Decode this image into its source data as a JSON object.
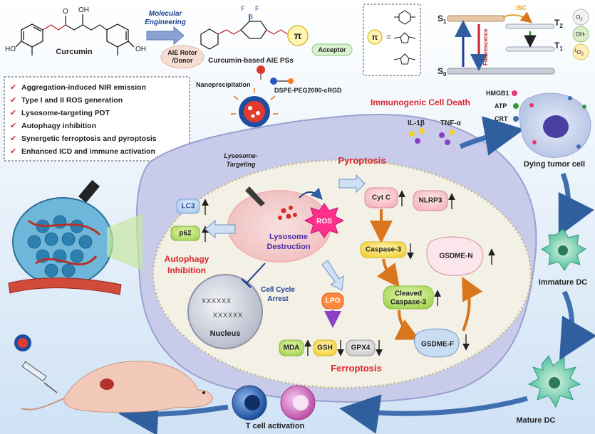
{
  "top": {
    "curcumin_oh": "OH",
    "curcumin_o": "O",
    "curcumin_ho_left": "HO",
    "curcumin_ho_right": "OH",
    "curcumin_label": "Curcumin",
    "engineering_line1": "Molecular",
    "engineering_line2": "Engineering",
    "boron_f1": "F",
    "boron_f2": "F",
    "boron_b": "B",
    "pi_symbol": "π",
    "aie_rotor_line1": "AIE Rotor",
    "aie_rotor_line2": "/Donor",
    "acceptor": "Acceptor",
    "aie_ps_label": "Curcumin-based AIE PSs"
  },
  "pi_box": {
    "symbol": "π",
    "equals": "="
  },
  "jablonski": {
    "s1": "S",
    "s1_sub": "1",
    "s0": "S",
    "s0_sub": "0",
    "t2": "T",
    "t2_sub": "2",
    "t1": "T",
    "t1_sub": "1",
    "isc": "ISC",
    "fluorescence": "Fluorescence",
    "o2": "O",
    "o2_sub": "2",
    "oh_radical": "OH·",
    "singlet_o2_pre": "1",
    "singlet_o2": "O",
    "singlet_o2_sub": "2"
  },
  "features": [
    "Aggregation-induced NIR emission",
    "Type I and II ROS generation",
    "Lysosome-targeting PDT",
    "Autophagy inhibition",
    "Synergetic ferroptosis and pyroptosis",
    "Enhanced ICD and immune activation"
  ],
  "nano": {
    "nanoprecipitation": "Nanoprecipitation",
    "dspe": "DSPE-PEG2000-cRGD",
    "lysosome_targeting_line1": "Lysosome-",
    "lysosome_targeting_line2": "Targeting"
  },
  "cell": {
    "pyroptosis": "Pyroptosis",
    "ros": "ROS",
    "lysosome_destruction_line1": "Lysosome",
    "lysosome_destruction_line2": "Destruction",
    "lc3": "LC3",
    "p62": "p62",
    "autophagy_line1": "Autophagy",
    "autophagy_line2": "Inhibition",
    "cyt_c": "Cyt C",
    "nlrp3": "NLRP3",
    "caspase3": "Caspase-3",
    "gsdme_n": "GSDME-N",
    "cleaved_line1": "Cleaved",
    "cleaved_line2": "Caspase-3",
    "gsdme_f": "GSDME-F",
    "lpo": "LPO",
    "mda": "MDA",
    "gsh": "GSH",
    "gpx4": "GPX4",
    "ferroptosis": "Ferroptosis",
    "cell_cycle_line1": "Cell Cycle",
    "cell_cycle_line2": "Arrest",
    "nucleus": "Nucleus",
    "dna1": "XXXXXX",
    "dna2": "XXXXXX"
  },
  "icd": {
    "title": "Immunogenic Cell Death",
    "il1b": "IL-1β",
    "tnfa": "TNF-α",
    "hmgb1": "HMGB1",
    "atp": "ATP",
    "crt": "CRT",
    "dying": "Dying tumor cell",
    "immature": "Immature DC",
    "mature": "Mature DC",
    "tcell": "T cell activation"
  },
  "colors": {
    "red_title": "#d6272c",
    "blue_text": "#1d3f91",
    "pink_outer": "#f7d3d3",
    "lyso_purple": "#6a3fb5",
    "arrow_blue": "#2f5f9e",
    "arrow_orange": "#d9751c",
    "nucleus_gray": "#c9ccd8"
  }
}
